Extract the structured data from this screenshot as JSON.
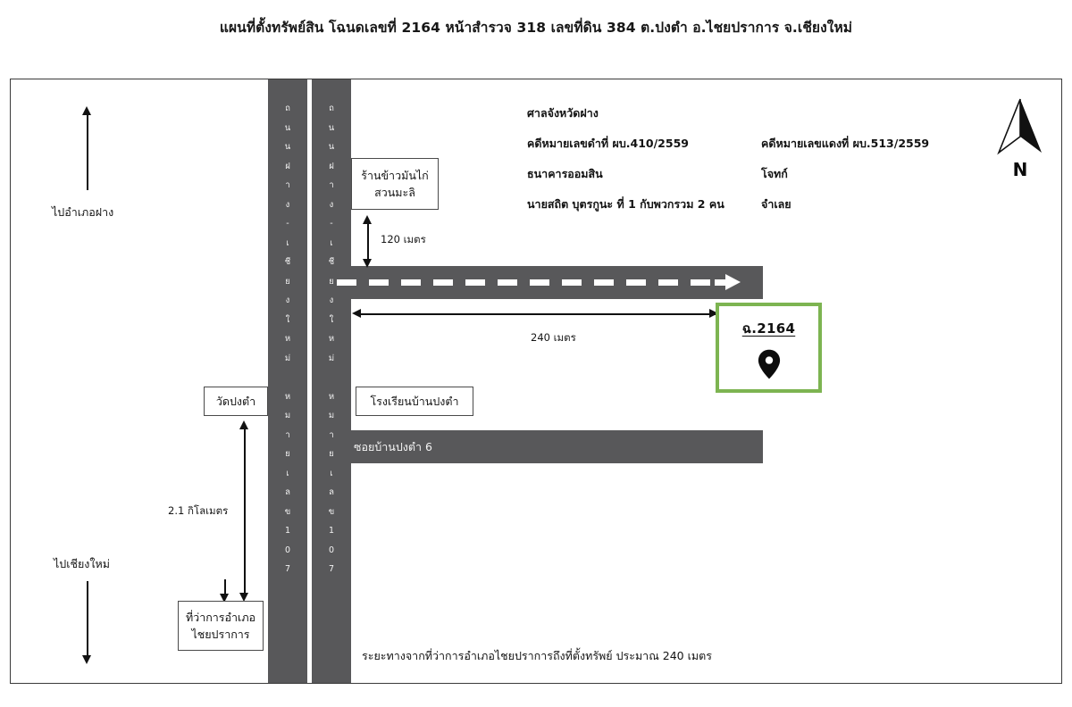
{
  "title": "แผนที่ตั้งทรัพย์สิน โฉนดเลขที่ 2164 หน้าสำรวจ 318 เลขที่ดิน 384 ต.ปงตำ อ.ไชยปราการ จ.เชียงใหม่",
  "caption": "ระยะทางจากที่ว่าการอำเภอไชยปราการถึงที่ตั้งทรัพย์ ประมาณ 240 เมตร",
  "case_info": {
    "court": "ศาลจังหวัดฝาง",
    "black_case_number": "คดีหมายเลขดำที่ ผบ.410/2559",
    "red_case_number": "คดีหมายเลขแดงที่ ผบ.513/2559",
    "plaintiff": "ธนาคารออมสิน",
    "plaintiff_role": "โจทก์",
    "defendant": "นายสถิต  บุตรกูนะ ที่ 1 กับพวกรวม 2 คน",
    "defendant_role": "จำเลย"
  },
  "roads": {
    "highway_name_chars": [
      "ถ",
      "น",
      "น",
      "ฝ",
      "า",
      "ง",
      "-",
      "เ",
      "ชี",
      "ย",
      "ง",
      "ใ",
      "ห",
      "ม่",
      "",
      "ห",
      "ม",
      "า",
      "ย",
      "เ",
      "ล",
      "ข",
      "1",
      "0",
      "7"
    ],
    "soi_label": "ซอยบ้านปงตำ 6"
  },
  "directions": {
    "north": "ไปอำเภอฝาง",
    "south": "ไปเชียงใหม่"
  },
  "landmarks": {
    "chicken_rice_shop_line1": "ร้านข้าวมันไก่",
    "chicken_rice_shop_line2": "สวนมะลิ",
    "school": "โรงเรียนบ้านปงตำ",
    "temple": "วัดปงตำ",
    "district_office_line1": "ที่ว่าการอำเภอ",
    "district_office_line2": "ไชยปราการ"
  },
  "property": {
    "deed_label": "ฉ.2164",
    "marker": "map-pin",
    "highlight_color": "#7db451"
  },
  "dimensions": {
    "shop_to_road": "120 เมตร",
    "road_to_property": "240 เมตร",
    "office_to_junction": "2.1 กิโลเมตร"
  },
  "compass": {
    "label": "N"
  }
}
